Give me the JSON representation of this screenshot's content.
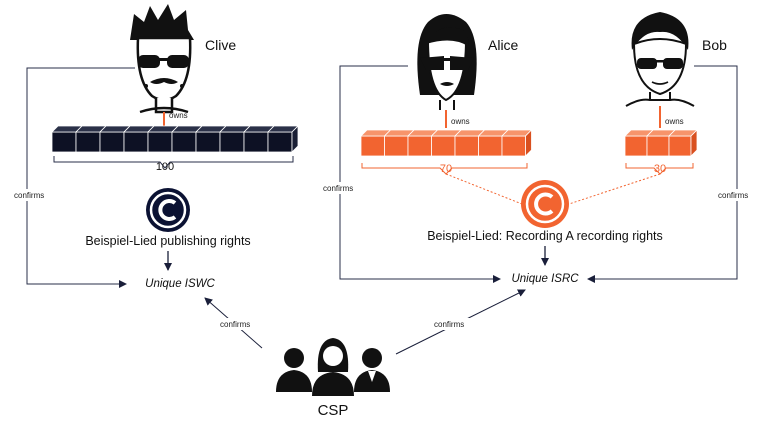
{
  "owners": {
    "clive": {
      "name": "Clive",
      "share": "100",
      "owns_label": "owns"
    },
    "alice": {
      "name": "Alice",
      "share": "70",
      "owns_label": "owns"
    },
    "bob": {
      "name": "Bob",
      "share": "30",
      "owns_label": "owns"
    }
  },
  "rights": {
    "publishing": {
      "caption": "Beispiel-Lied publishing rights",
      "symbol": "copyright-icon",
      "color": "#0b1233"
    },
    "recording": {
      "caption": "Beispiel-Lied: Recording A recording rights",
      "symbol": "copyright-icon",
      "color": "#f26430"
    }
  },
  "identifiers": {
    "iswc": "Unique ISWC",
    "isrc": "Unique ISRC"
  },
  "relations": {
    "confirms_label": "confirms"
  },
  "csp": {
    "label": "CSP"
  },
  "colors": {
    "dark_cube": "#0d1124",
    "orange_cube": "#f26430",
    "line": "#2a2f4a"
  }
}
